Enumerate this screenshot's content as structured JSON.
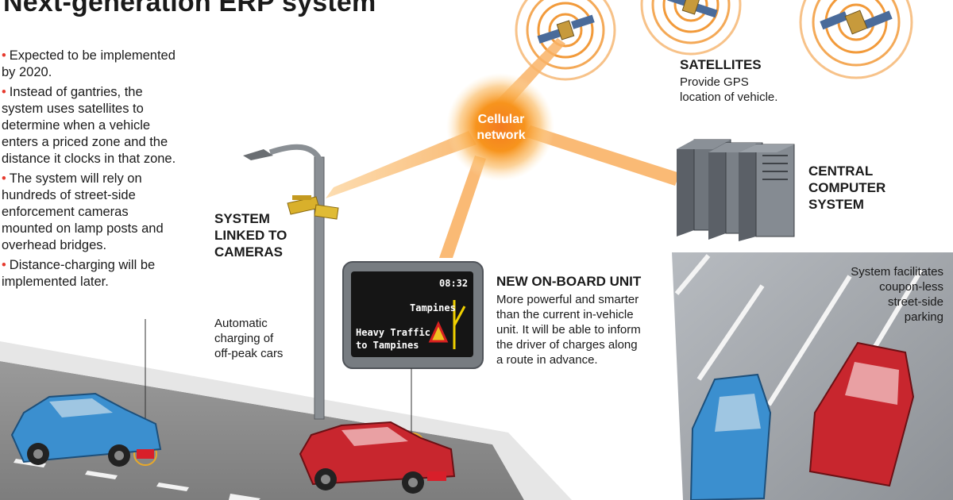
{
  "title": "Next-generation ERP system",
  "bullets": [
    "Expected to be implemented by 2020.",
    "Instead of gantries, the system uses satellites to determine when a vehicle enters a priced zone and the distance it clocks in that zone.",
    "The system will rely on hundreds of street-side enforcement cameras mounted on lamp posts and overhead bridges.",
    "Distance-charging will be implemented later."
  ],
  "satellites": {
    "heading": "SATELLITES",
    "line1": "Provide GPS",
    "line2": "location of vehicle."
  },
  "cellular": {
    "line1": "Cellular",
    "line2": "network"
  },
  "central": {
    "line1": "CENTRAL",
    "line2": "COMPUTER",
    "line3": "SYSTEM"
  },
  "cameras": {
    "line1": "SYSTEM",
    "line2": "LINKED TO",
    "line3": "CAMERAS"
  },
  "onboard": {
    "heading": "NEW ON-BOARD UNIT",
    "lines": [
      "More powerful and smarter",
      "than the current in-vehicle",
      "unit. It will be able to inform",
      "the driver of charges along",
      "a route in advance."
    ]
  },
  "screen": {
    "time": "08:32",
    "destination": "Tampines",
    "msg1": "Heavy Traffic",
    "msg2": "to Tampines"
  },
  "offpeak": {
    "line1": "Automatic",
    "line2": "charging of",
    "line3": "off-peak cars"
  },
  "parking": {
    "line1": "System facilitates",
    "line2": "coupon-less",
    "line3": "street-side",
    "line4": "parking"
  },
  "colors": {
    "accent": "#e63a2e",
    "satellite_ring": "#f29a3a",
    "cellular_glow": "#f7941d",
    "blue_car": "#3b8fcf",
    "red_car": "#c8262e",
    "road": "#8c8c8c",
    "parking_lot": "#9a9ea3",
    "screen_bg": "#151515"
  }
}
